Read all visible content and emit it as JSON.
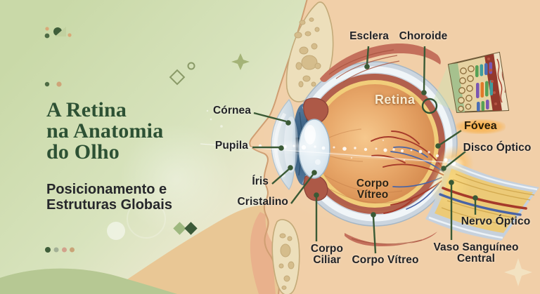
{
  "title": {
    "line1": "A Retina",
    "line2": "na Anatomia",
    "line3": "do Olho"
  },
  "subtitle": {
    "line1": "Posicionamento e",
    "line2": "Estruturas Globais"
  },
  "labels": {
    "esclera": "Esclera",
    "choroide": "Choroide",
    "retina": "Retina",
    "cornea": "Córnea",
    "pupila": "Pupila",
    "iris": "Íris",
    "cristalino": "Cristalino",
    "corpo_ciliar_line1": "Corpo",
    "corpo_ciliar_line2": "Ciliar",
    "corpo_vitreo_inner_line1": "Corpo",
    "corpo_vitreo_inner_line2": "Vítreo",
    "corpo_vitreo_bottom": "Corpo Vítreo",
    "fovea": "Fóvea",
    "disco_optico": "Disco Óptico",
    "nervo_optico": "Nervo Óptico",
    "vaso_sanguineo_line1": "Vaso Sanguíneo",
    "vaso_sanguineo_line2": "Central"
  },
  "colors": {
    "title_green": "#2d5134",
    "label_text": "#222326",
    "leader_line_green": "#3a5a35",
    "background_green": "#cbdaa9",
    "background_peach": "#f4dcba",
    "fovea_highlight": "#fbac3a",
    "sclera": "#cbd5df",
    "choroid": "#b2604d",
    "retina_layer": "#f1cd7a",
    "vitreous_orange": "#dd9a5e",
    "vessel_red": "#a63a2a",
    "vessel_blue": "#4964a5",
    "optic_nerve_yellow": "#ecca77",
    "skin": "#f1cfa8",
    "bone": "#eddfbb"
  }
}
